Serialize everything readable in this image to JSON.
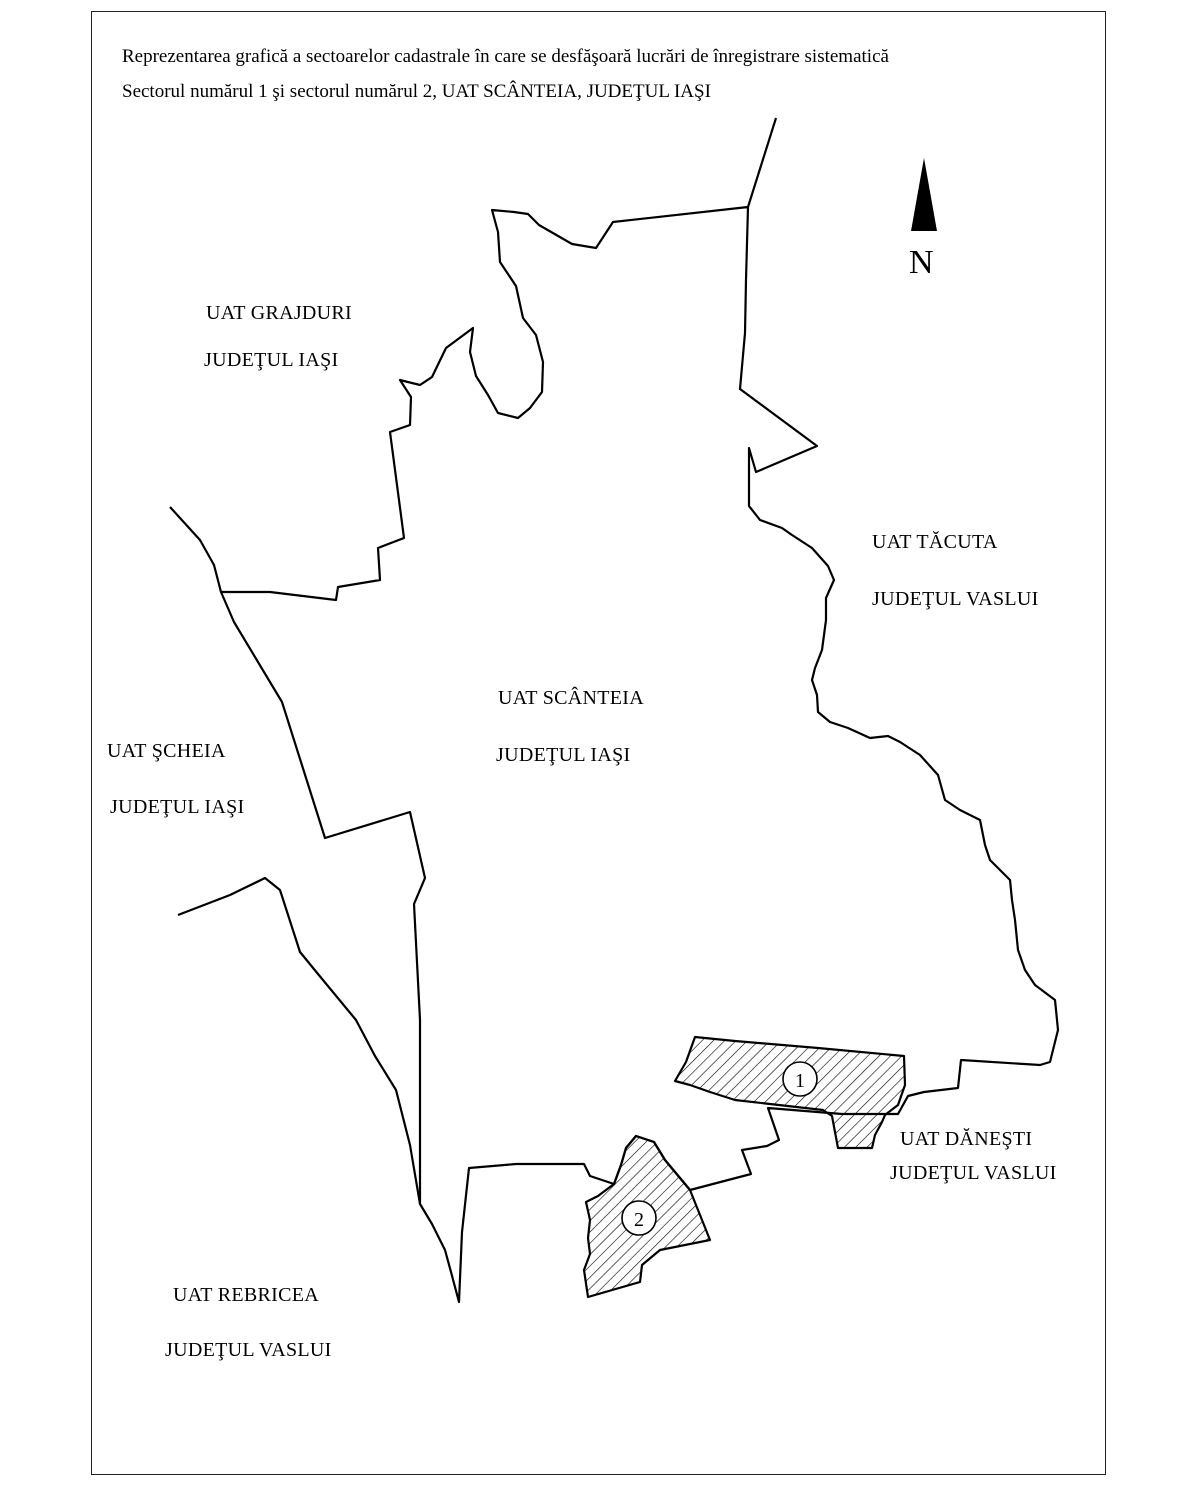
{
  "title": {
    "line1": "Reprezentarea grafică a sectoarelor cadastrale în care se desfăşoară lucrări de înregistrare sistematică",
    "line2": "Sectorul numărul 1 şi sectorul numărul 2, UAT SCÂNTEIA, JUDEŢUL IAŞI"
  },
  "north_arrow": {
    "letter": "N"
  },
  "regions": {
    "grajduri": {
      "name": "UAT GRAJDURI",
      "county": "JUDEŢUL IAŞI"
    },
    "tacuta": {
      "name": "UAT TĂCUTA",
      "county": "JUDEŢUL VASLUI"
    },
    "scanteia": {
      "name": "UAT SCÂNTEIA",
      "county": "JUDEŢUL IAŞI"
    },
    "scheia": {
      "name": "UAT ŞCHEIA",
      "county": "JUDEŢUL IAŞI"
    },
    "danesti": {
      "name": "UAT DĂNEŞTI",
      "county": "JUDEŢUL VASLUI"
    },
    "rebricea": {
      "name": "UAT REBRICEA",
      "county": "JUDEŢUL VASLUI"
    }
  },
  "sectors": [
    {
      "number": "1"
    },
    {
      "number": "2"
    }
  ],
  "colors": {
    "line": "#000000",
    "hatch": "#000000",
    "background": "#ffffff"
  }
}
